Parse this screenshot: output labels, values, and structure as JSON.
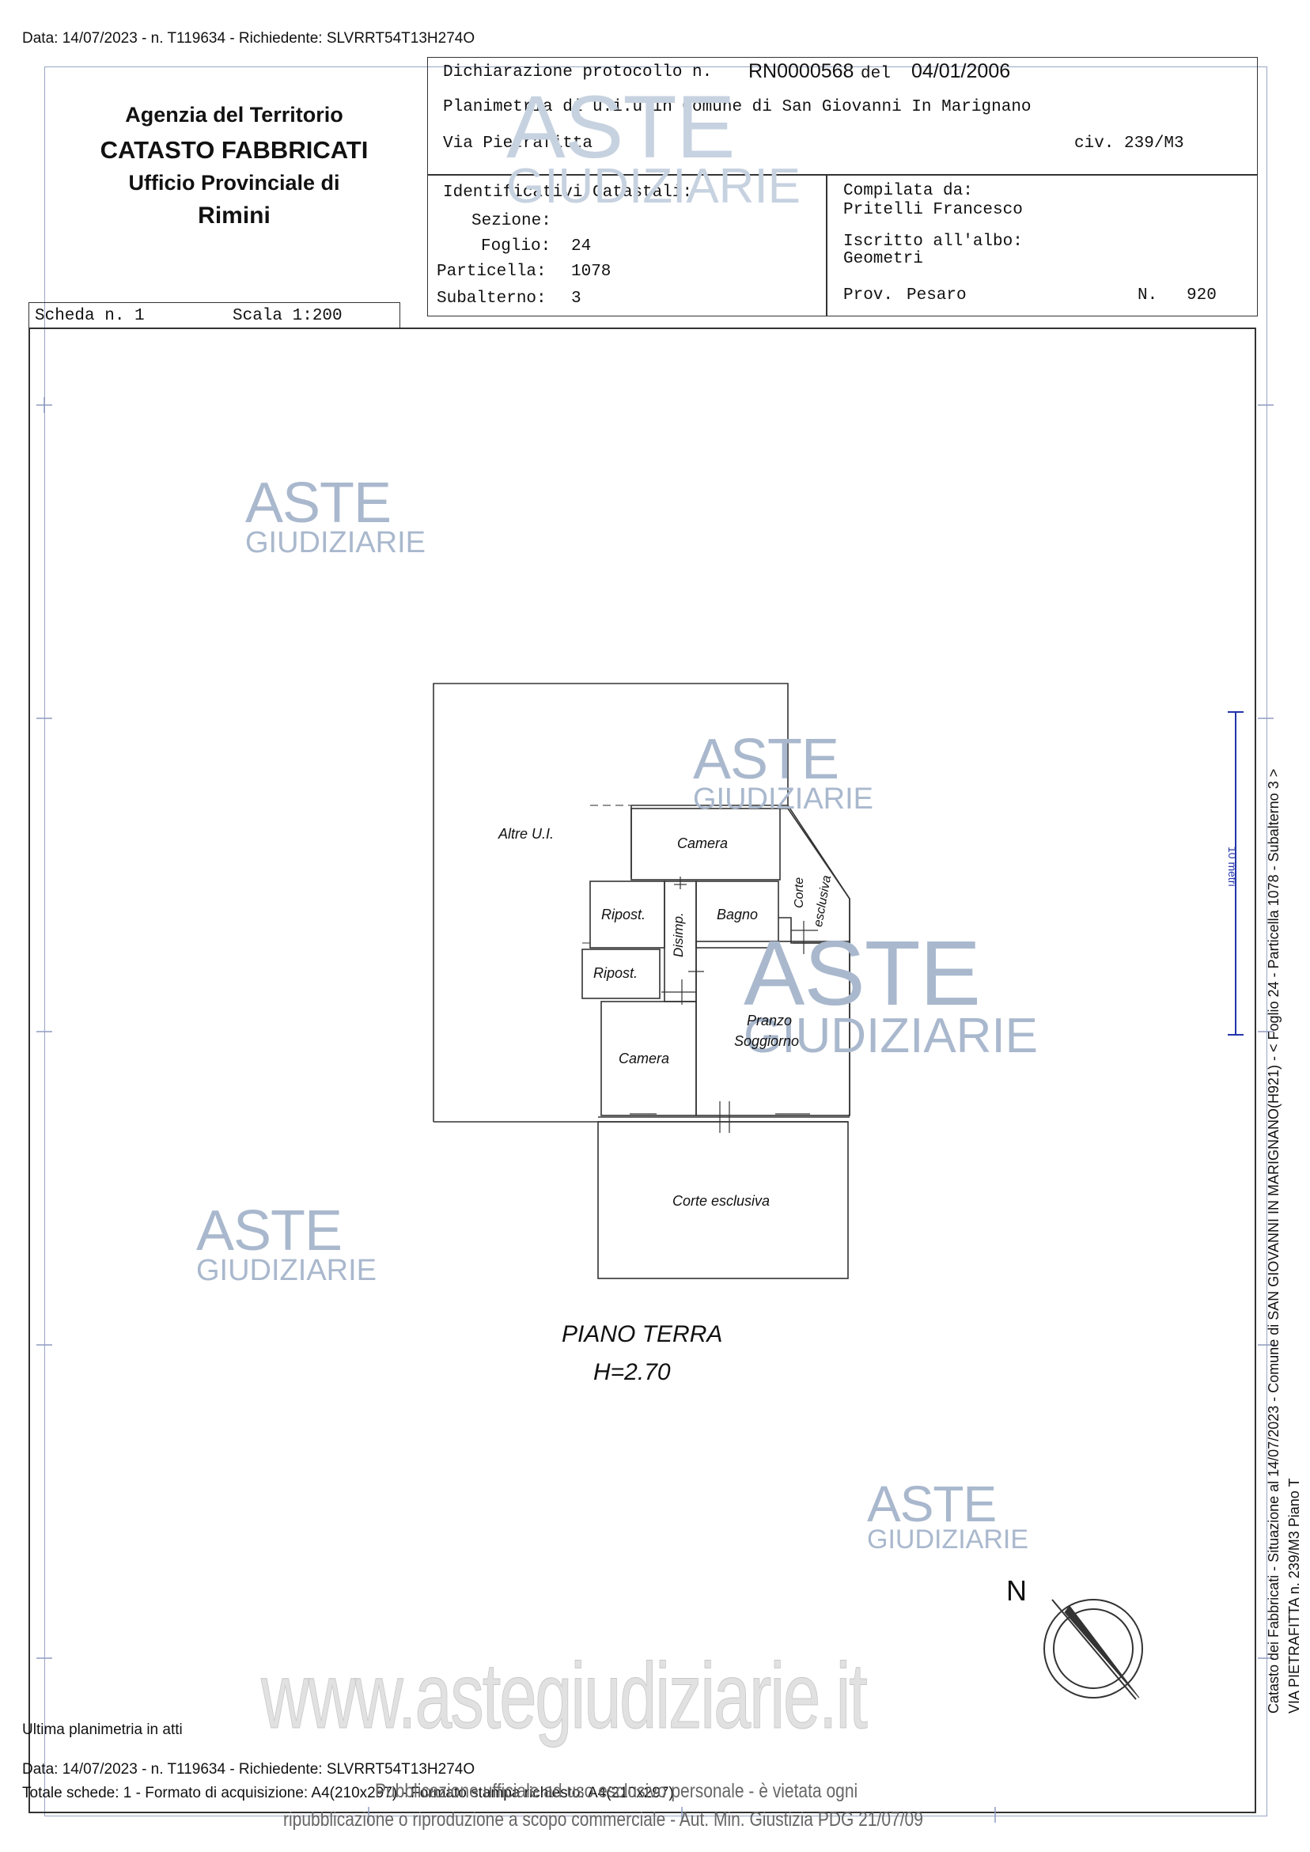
{
  "header": {
    "top_line": "Data: 14/07/2023 - n. T119634 - Richiedente: SLVRRT54T13H274O",
    "agency": {
      "line1": "Agenzia del Territorio",
      "line2": "CATASTO FABBRICATI",
      "line3": "Ufficio Provinciale di",
      "line4": "Rimini"
    },
    "declaration": {
      "label": "Dichiarazione protocollo n.",
      "number": "RN0000568",
      "del_label": "del",
      "date": "04/01/2006",
      "planimetria": "Planimetria di u.i.u.in Comune di San Giovanni In Marignano",
      "via": "Via Pietrafitta",
      "civ": "civ. 239/M3"
    },
    "identificativi": {
      "title": "Identificativi Catastali:",
      "sezione_label": "Sezione:",
      "sezione_value": "",
      "foglio_label": "Foglio:",
      "foglio_value": "24",
      "particella_label": "Particella:",
      "particella_value": "1078",
      "subalterno_label": "Subalterno:",
      "subalterno_value": "3"
    },
    "compilata": {
      "title": "Compilata da:",
      "name": "Pritelli Francesco",
      "albo_label": "Iscritto all'albo:",
      "albo_value": "Geometri",
      "prov_label": "Prov.",
      "prov_value": "Pesaro",
      "n_label": "N.",
      "n_value": "920"
    },
    "scheda": "Scheda n. 1",
    "scala": "Scala 1:200"
  },
  "plan": {
    "rooms": {
      "altre": "Altre U.I.",
      "camera_top": "Camera",
      "ripost1": "Ripost.",
      "disimp": "Disimp.",
      "bagno": "Bagno",
      "corte_small_1": "Corte",
      "corte_small_2": "esclusiva",
      "ripost2": "Ripost.",
      "pranzo": "Pranzo",
      "soggiorno": "Soggiorno",
      "camera_bottom": "Camera",
      "corte_big": "Corte esclusiva"
    },
    "floor": "PIANO TERRA",
    "height": "H=2.70",
    "north": "N",
    "scale_bar_label": "10 metri"
  },
  "watermark": {
    "aste": "ASTE",
    "giudiziarie": "GIUDIZIARIE",
    "site": "www.astegiudiziarie.it"
  },
  "footer": {
    "ultima": "Ultima planimetria in atti",
    "data_line": "Data: 14/07/2023 - n. T119634 - Richiedente: SLVRRT54T13H274O",
    "totale": "Totale schede: 1 - Formato di acquisizione: A4(210x297) - Formato stampa richiesto: A4(210x297)",
    "pub1": "Pubblicazione ufficiale ad uso esclusivo personale - è vietata ogni",
    "pub2": "ripubblicazione o riproduzione a scopo commerciale - Aut. Min. Giustizia PDG 21/07/09"
  },
  "side": {
    "line1": "Catasto dei Fabbricati - Situazione al 14/07/2023 - Comune di SAN GIOVANNI IN MARIGNANO(H921) - < Foglio 24 - Particella 1078 - Subalterno 3 >",
    "line2": "VIA PIETRAFITTA n. 239/M3 Piano T"
  }
}
